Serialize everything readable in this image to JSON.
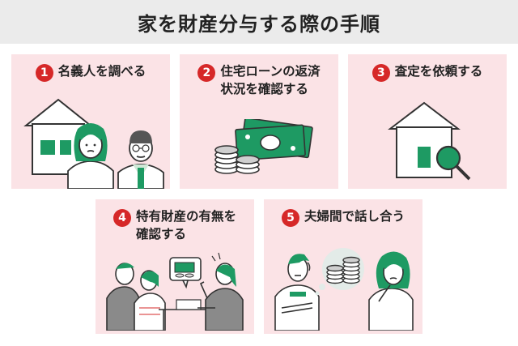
{
  "title": "家を財産分与する際の手順",
  "steps": [
    {
      "num": "1",
      "title_lines": [
        "名義人を調べる"
      ]
    },
    {
      "num": "2",
      "title_lines": [
        "住宅ローンの返済",
        "状況を確認する"
      ]
    },
    {
      "num": "3",
      "title_lines": [
        "査定を依頼する"
      ]
    },
    {
      "num": "4",
      "title_lines": [
        "特有財産の有無を",
        "確認する"
      ]
    },
    {
      "num": "5",
      "title_lines": [
        "夫婦間で話し合う"
      ]
    }
  ],
  "colors": {
    "card_bg": "#fbe3e6",
    "badge": "#d62828",
    "accent_green": "#1e9a63",
    "title_bar": "#ebebeb"
  }
}
